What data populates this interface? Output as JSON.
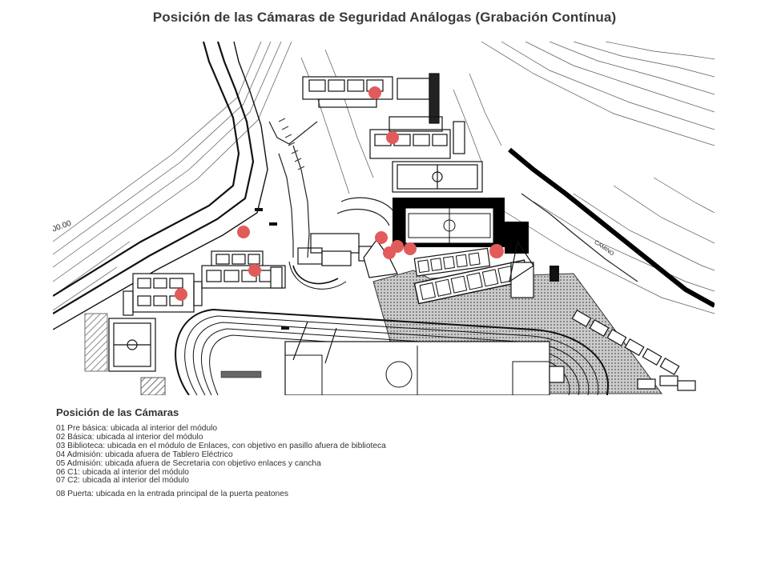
{
  "slide": {
    "title": "Posición de las Cámaras de Seguridad Análogas (Grabación Contínua)"
  },
  "map": {
    "labels": {
      "elevation": "00.00",
      "road": "CAMINO"
    },
    "camera_color": "#e25b5b",
    "camera_count": 10
  },
  "legend": {
    "title": "Posición de las Cámaras",
    "items": [
      "01 Pre básica: ubicada al interior del módulo",
      "02 Básica: ubicada al interior del módulo",
      "03 Biblioteca: ubicada en el módulo de Enlaces, con objetivo en pasillo afuera de biblioteca",
      "04 Admisión: ubicada afuera de Tablero Eléctrico",
      "05 Admisión: ubicada afuera de Secretaria con objetivo enlaces y cancha",
      "06 C1: ubicada al interior del módulo",
      "07 C2: ubicada al interior del módulo"
    ],
    "extra": "08 Puerta: ubicada en la entrada principal de la puerta peatones"
  }
}
